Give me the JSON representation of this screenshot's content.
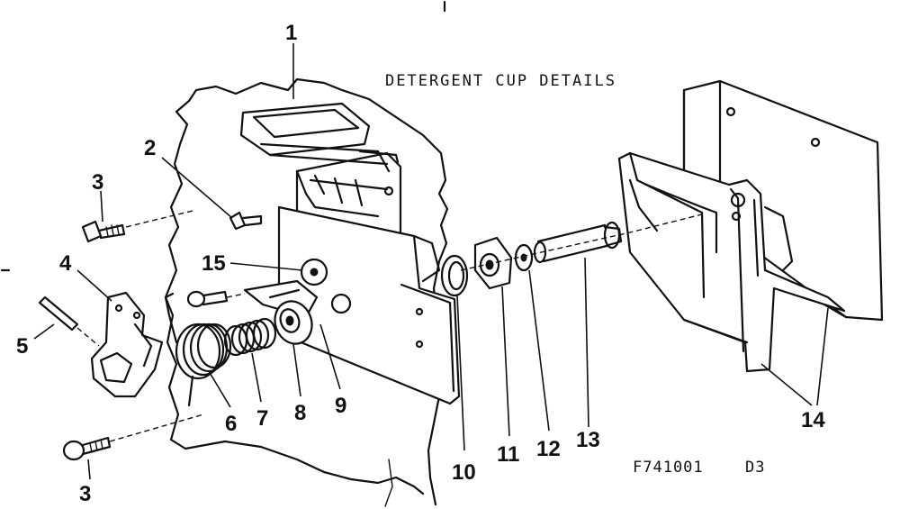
{
  "title": "DETERGENT CUP DETAILS",
  "drawing_code": "F741001",
  "drawing_suffix": "D3",
  "callouts": {
    "c1": "1",
    "c2": "2",
    "c3_top": "3",
    "c3_bottom": "3",
    "c4": "4",
    "c5": "5",
    "c6": "6",
    "c7": "7",
    "c8": "8",
    "c9": "9",
    "c10": "10",
    "c11": "11",
    "c12": "12",
    "c13": "13",
    "c14": "14",
    "c15": "15"
  }
}
